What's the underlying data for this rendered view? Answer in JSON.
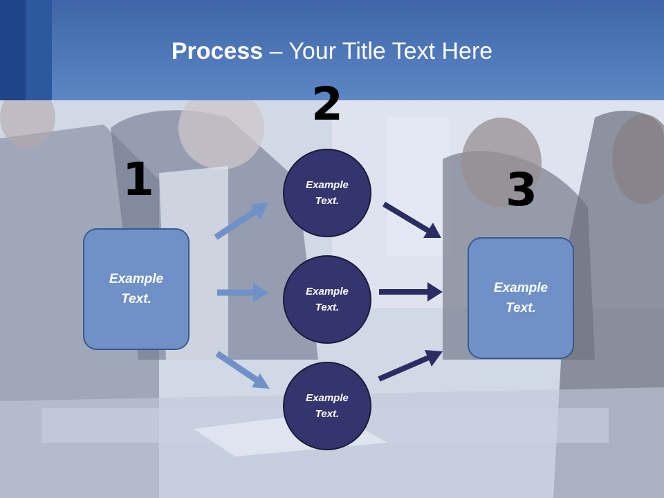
{
  "title": {
    "bold": "Process",
    "rest": " – Your Title Text Here"
  },
  "steps": [
    "1",
    "2",
    "3"
  ],
  "left_box": {
    "text": "Example Text."
  },
  "right_box": {
    "text": "Example Text."
  },
  "circles": [
    {
      "text": "Example Text."
    },
    {
      "text": "Example Text."
    },
    {
      "text": "Example Text."
    }
  ],
  "colors": {
    "header": "#4f78b8",
    "box": "#6f91c8",
    "circle": "#34346e",
    "arrow_light": "#6f91c8",
    "arrow_dark": "#2c2c64"
  }
}
